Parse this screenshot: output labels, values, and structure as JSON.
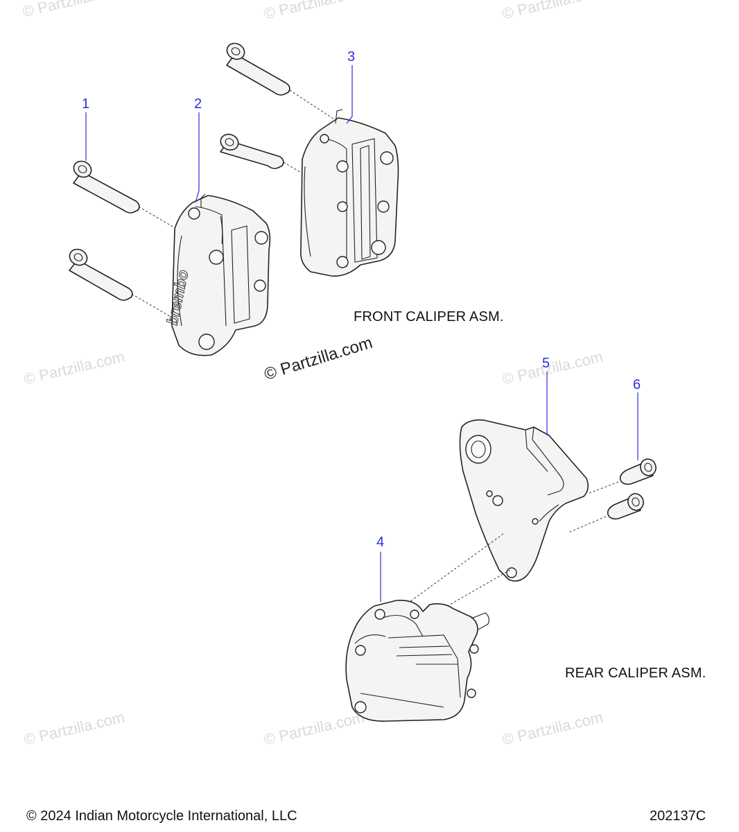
{
  "callouts": [
    "1",
    "2",
    "3",
    "4",
    "5",
    "6"
  ],
  "sections": {
    "front": "FRONT CALIPER ASM.",
    "rear": "REAR CALIPER ASM."
  },
  "watermark": "© Partzilla.com",
  "caliper_brand": "brembo",
  "footer": {
    "copyright": "© 2024 Indian Motorcycle International, LLC",
    "diagram_id": "202137C"
  },
  "colors": {
    "callout": "#2d2ddb",
    "line": "#222222",
    "fill": "#f4f4f4",
    "watermark": "#d9d9d9"
  }
}
